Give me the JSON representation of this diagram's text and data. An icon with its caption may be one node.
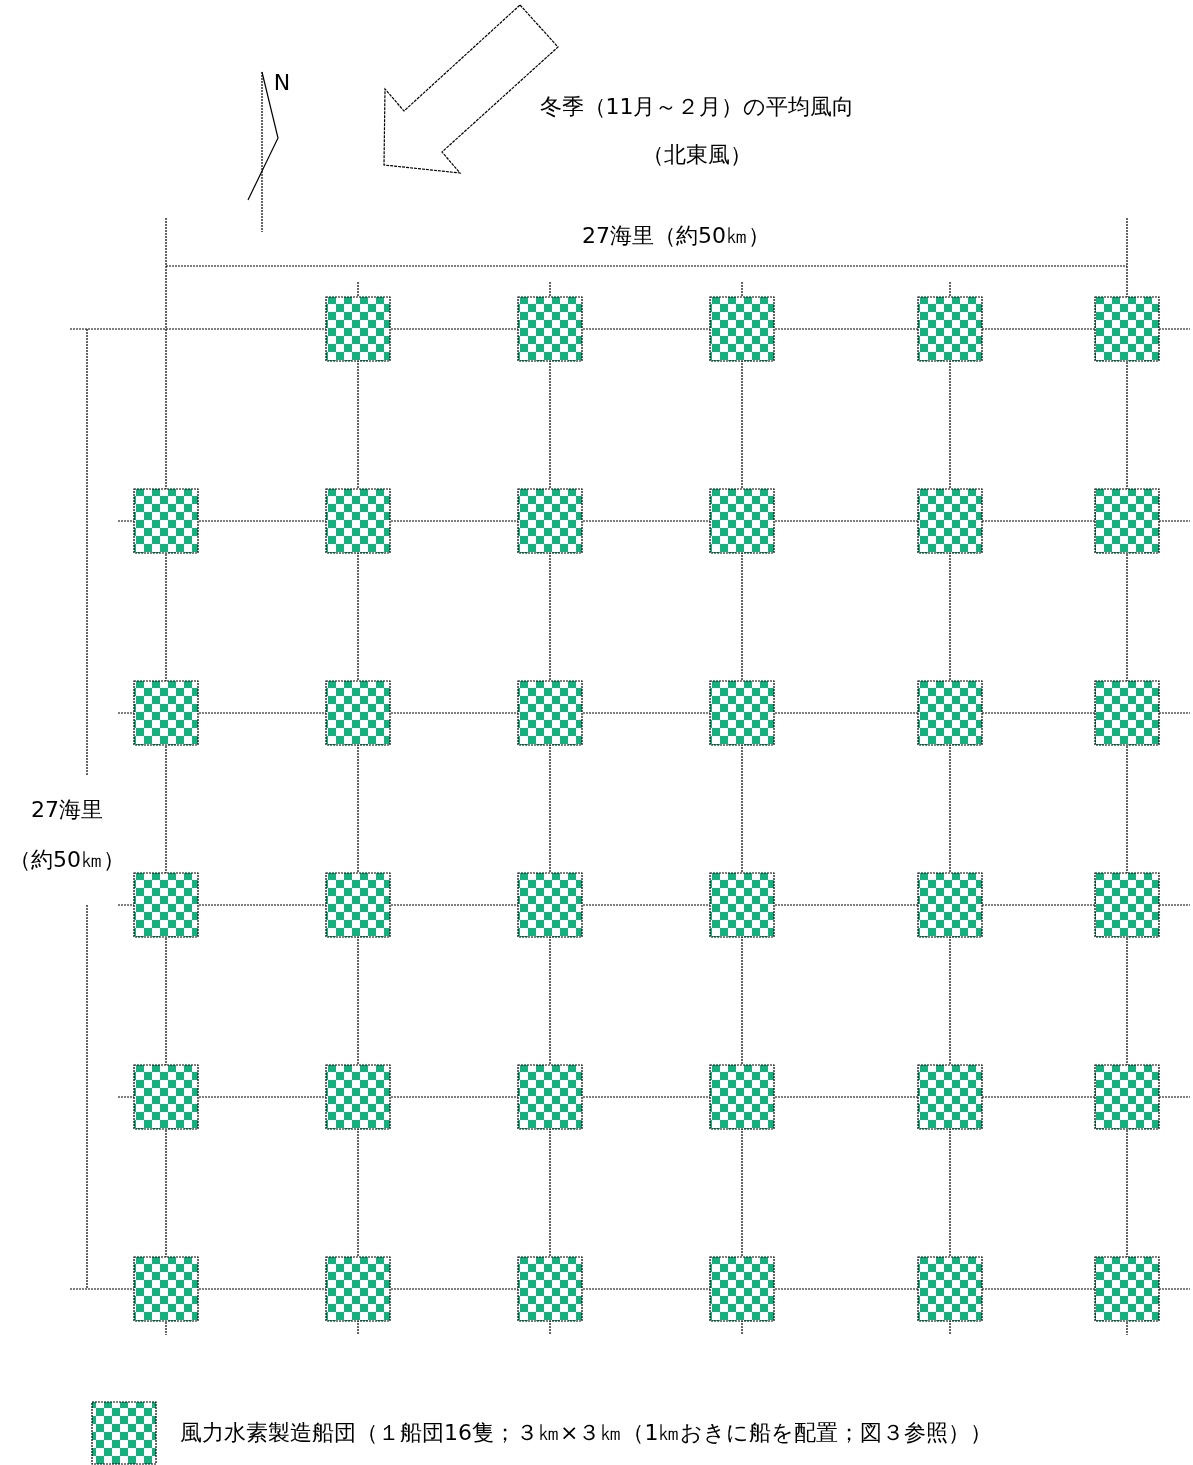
{
  "diagram": {
    "labels": [
      "N",
      "冬季（11月～２月）の平均風向",
      "（北東風）",
      "27海里（約50㎞）",
      "27海里",
      "（約50㎞）"
    ],
    "legend": [
      {
        "text": "風力水素製造船団（１船団16隻；３㎞×３㎞（1㎞おきに船を配置；図３参照））"
      }
    ]
  }
}
